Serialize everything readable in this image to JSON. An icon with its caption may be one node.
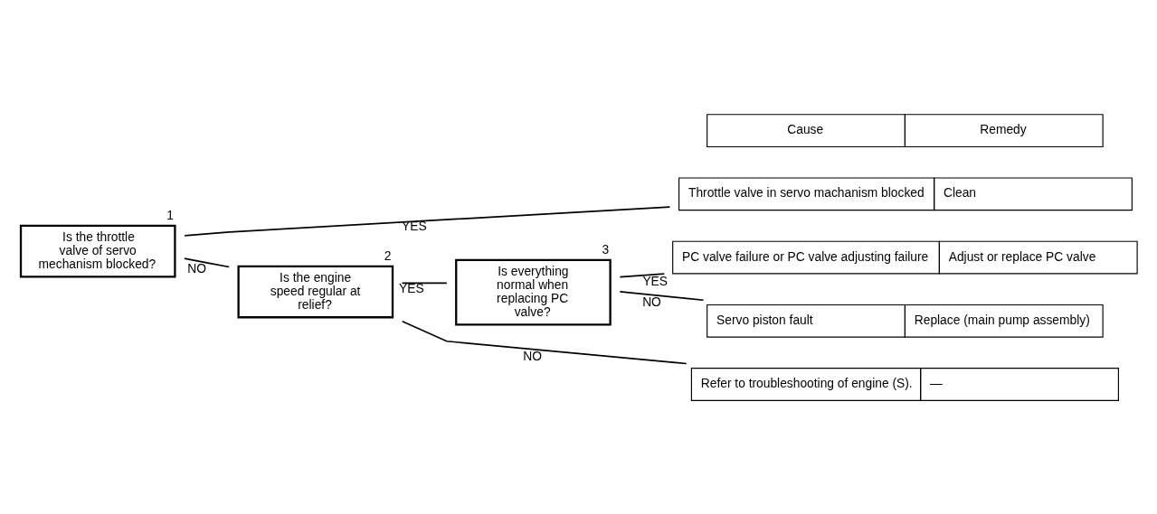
{
  "diagram": {
    "nodes": [
      {
        "text": [
          "Is the throttle valve of servo mechanism blocked?"
        ],
        "beside": [
          "1"
        ]
      },
      {
        "text": [
          "Is the engine speed regular at relief?"
        ],
        "beside": [
          "2"
        ]
      },
      {
        "text": [
          "Is everything normal when replacing PC valve?"
        ],
        "beside": [
          "3"
        ]
      },
      {
        "text": [
          "Cause",
          "Remedy"
        ]
      },
      {
        "text": [
          "Throttle valve in servo machanism blocked",
          "Clean"
        ]
      },
      {
        "text": [
          "PC valve failure or PC valve adjusting failure",
          "Adjust or replace PC valve"
        ]
      },
      {
        "text": [
          "Servo piston fault",
          "Replace (main pump assembly)"
        ]
      },
      {
        "text": [
          "Refer to troubleshooting of engine (S).",
          "—"
        ]
      }
    ],
    "edges": [
      {
        "from": 0,
        "to": 4,
        "arrow": "none",
        "label": "YES"
      },
      {
        "from": 0,
        "to": 1,
        "arrow": "none",
        "label": "NO"
      },
      {
        "from": 1,
        "to": 2,
        "arrow": "none",
        "label": "YES"
      },
      {
        "from": 1,
        "to": 7,
        "arrow": "none",
        "label": "NO"
      },
      {
        "from": 2,
        "to": 5,
        "arrow": "none",
        "label": "YES"
      },
      {
        "from": 2,
        "to": 6,
        "arrow": "none",
        "label": "NO"
      }
    ]
  }
}
